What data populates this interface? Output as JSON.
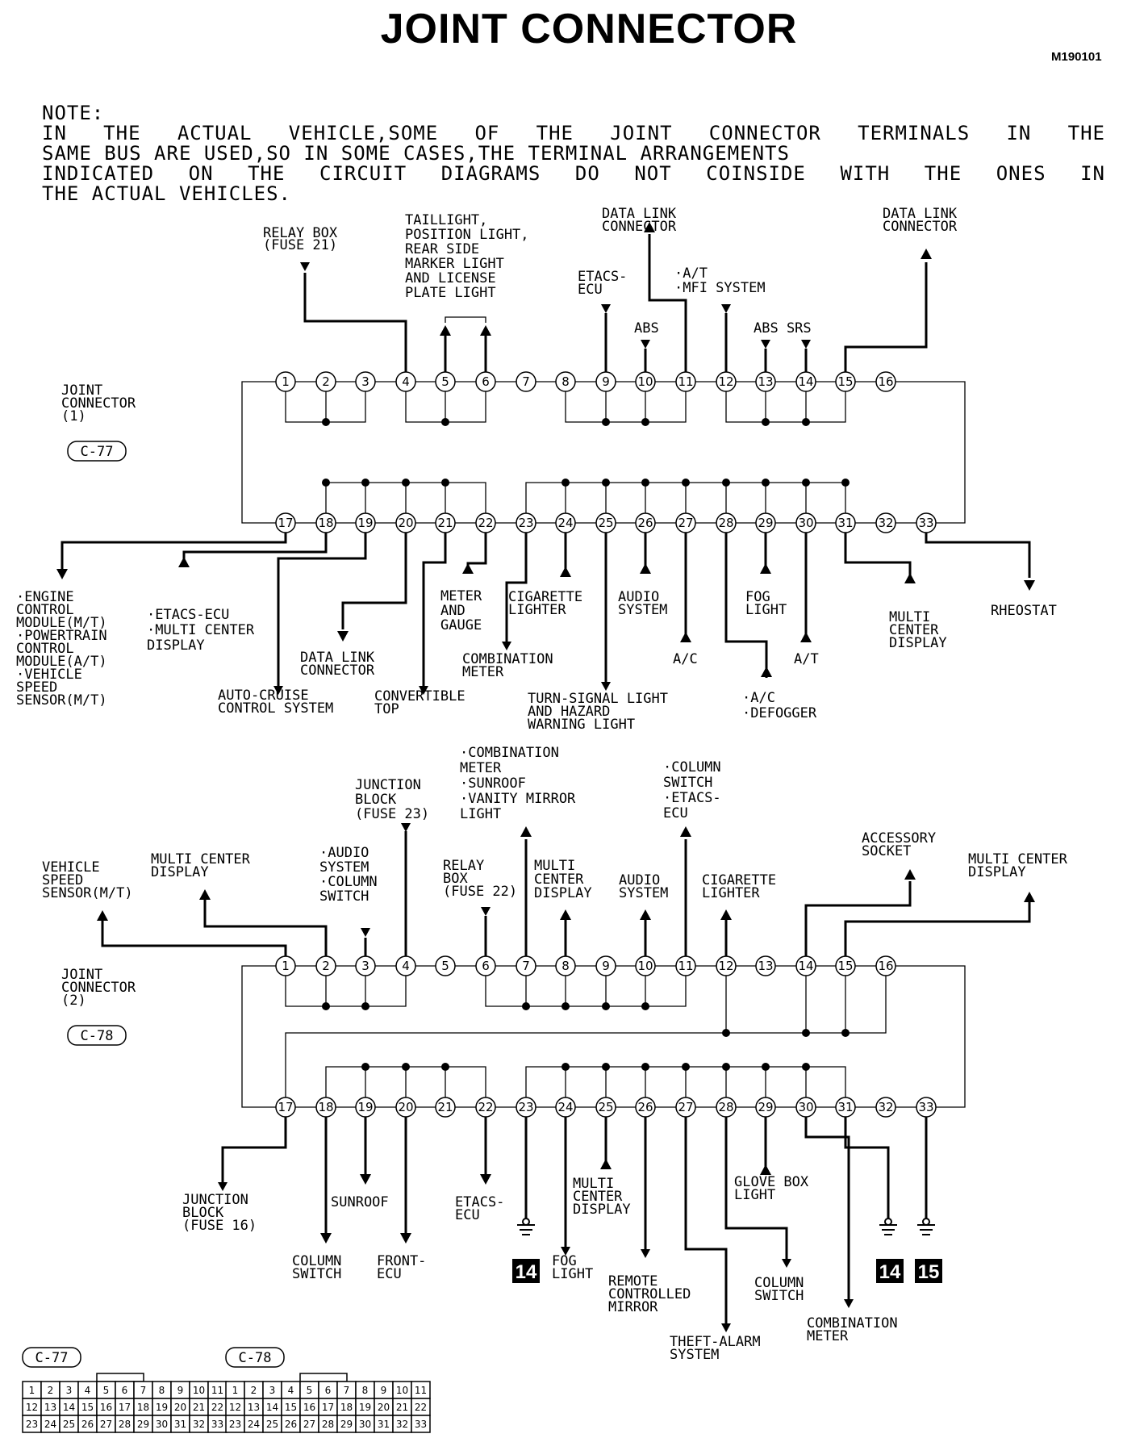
{
  "title": "JOINT CONNECTOR",
  "ref_code": "M190101",
  "note": {
    "heading": "NOTE:",
    "line1": "IN THE ACTUAL VEHICLE,SOME OF THE JOINT CONNECTOR TERMINALS IN THE",
    "line2": "SAME BUS ARE USED,SO IN SOME CASES,THE TERMINAL ARRANGEMENTS",
    "line3": "INDICATED ON THE CIRCUIT DIAGRAMS DO NOT COINSIDE WITH THE ONES IN",
    "line4": "THE ACTUAL VEHICLES."
  },
  "connector1": {
    "name": [
      "JOINT",
      "CONNECTOR",
      "(1)"
    ],
    "code": "C-77",
    "top_labels": {
      "relay_box": [
        "RELAY BOX",
        "(FUSE 21)"
      ],
      "taillight": [
        "TAILLIGHT,",
        "POSITION LIGHT,",
        "REAR SIDE",
        "MARKER LIGHT",
        "AND LICENSE",
        "PLATE LIGHT"
      ],
      "etacs": [
        "ETACS-",
        "ECU"
      ],
      "dlc_a": [
        "DATA LINK",
        "CONNECTOR"
      ],
      "at_mfi": [
        "·A/T",
        "·MFI SYSTEM"
      ],
      "abs": "ABS",
      "abs_srs": "ABS SRS",
      "dlc_b": [
        "DATA LINK",
        "CONNECTOR"
      ]
    },
    "bottom_labels": {
      "engine": [
        "·ENGINE",
        "CONTROL",
        "MODULE(M/T)",
        "·POWERTRAIN",
        "CONTROL",
        "MODULE(A/T)",
        "·VEHICLE",
        "SPEED",
        "SENSOR(M/T)"
      ],
      "etacs_mcd": [
        "·ETACS-ECU",
        "·MULTI CENTER",
        "DISPLAY"
      ],
      "auto_cruise": [
        "AUTO-CRUISE",
        "CONTROL SYSTEM"
      ],
      "dlc": [
        "DATA LINK",
        "CONNECTOR"
      ],
      "convertible": [
        "CONVERTIBLE",
        "TOP"
      ],
      "meter": [
        "METER",
        "AND",
        "GAUGE"
      ],
      "combination": [
        "COMBINATION",
        "METER"
      ],
      "cigarette": [
        "CIGARETTE",
        "LIGHTER"
      ],
      "turn_signal": [
        "TURN-SIGNAL LIGHT",
        "AND HAZARD",
        "WARNING LIGHT"
      ],
      "audio": [
        "AUDIO",
        "SYSTEM"
      ],
      "ac_27": "A/C",
      "ac_defogger": [
        "·A/C",
        "·DEFOGGER"
      ],
      "fog": [
        "FOG",
        "LIGHT"
      ],
      "at_30": "A/T",
      "multi_center": [
        "MULTI",
        "CENTER",
        "DISPLAY"
      ],
      "rheostat": "RHEOSTAT"
    }
  },
  "connector2": {
    "name": [
      "JOINT",
      "CONNECTOR",
      "(2)"
    ],
    "code": "C-78",
    "top_labels": {
      "vss": [
        "VEHICLE",
        "SPEED",
        "SENSOR(M/T)"
      ],
      "mcd_2": [
        "MULTI CENTER",
        "DISPLAY"
      ],
      "audio_col": [
        "·AUDIO",
        "SYSTEM",
        "·COLUMN",
        "SWITCH"
      ],
      "junction": [
        "JUNCTION",
        "BLOCK",
        "(FUSE 23)"
      ],
      "relay_box": [
        "RELAY",
        "BOX",
        "(FUSE 22)"
      ],
      "comb_sunroof": [
        "·COMBINATION",
        "METER",
        "·SUNROOF",
        "·VANITY MIRROR",
        "LIGHT"
      ],
      "mcd_8": [
        "MULTI",
        "CENTER",
        "DISPLAY"
      ],
      "audio_10": [
        "AUDIO",
        "SYSTEM"
      ],
      "col_etacs": [
        "·COLUMN",
        "SWITCH",
        "·ETACS-",
        "ECU"
      ],
      "cigarette": [
        "CIGARETTE",
        "LIGHTER"
      ],
      "accessory": [
        "ACCESSORY",
        "SOCKET"
      ],
      "mcd_15": [
        "MULTI CENTER",
        "DISPLAY"
      ]
    },
    "bottom_labels": {
      "junction16": [
        "JUNCTION",
        "BLOCK",
        "(FUSE 16)"
      ],
      "column_sw": [
        "COLUMN",
        "SWITCH"
      ],
      "sunroof": "SUNROOF",
      "front_ecu": [
        "FRONT-",
        "ECU"
      ],
      "etacs": [
        "ETACS-",
        "ECU"
      ],
      "fog": [
        "FOG",
        "LIGHT"
      ],
      "multi_center": [
        "MULTI",
        "CENTER",
        "DISPLAY"
      ],
      "remote_mirror": [
        "REMOTE",
        "CONTROLLED",
        "MIRROR"
      ],
      "theft_alarm": [
        "THEFT-ALARM",
        "SYSTEM"
      ],
      "glove_box": [
        "GLOVE BOX",
        "LIGHT"
      ],
      "column_sw_28": [
        "COLUMN",
        "SWITCH"
      ],
      "combination": [
        "COMBINATION",
        "METER"
      ]
    },
    "ground_badges": [
      "14",
      "14",
      "15"
    ]
  },
  "pin_numbers": {
    "top": [
      "1",
      "2",
      "3",
      "4",
      "5",
      "6",
      "7",
      "8",
      "9",
      "10",
      "11",
      "12",
      "13",
      "14",
      "15",
      "16"
    ],
    "bottom": [
      "17",
      "18",
      "19",
      "20",
      "21",
      "22",
      "23",
      "24",
      "25",
      "26",
      "27",
      "28",
      "29",
      "30",
      "31",
      "32",
      "33"
    ]
  },
  "face_grid": {
    "rows": [
      [
        "1",
        "2",
        "3",
        "4",
        "5",
        "6",
        "7",
        "8",
        "9",
        "10",
        "11"
      ],
      [
        "12",
        "13",
        "14",
        "15",
        "16",
        "17",
        "18",
        "19",
        "20",
        "21",
        "22"
      ],
      [
        "23",
        "24",
        "25",
        "26",
        "27",
        "28",
        "29",
        "30",
        "31",
        "32",
        "33"
      ]
    ],
    "labels": [
      "C-77",
      "C-78"
    ]
  }
}
